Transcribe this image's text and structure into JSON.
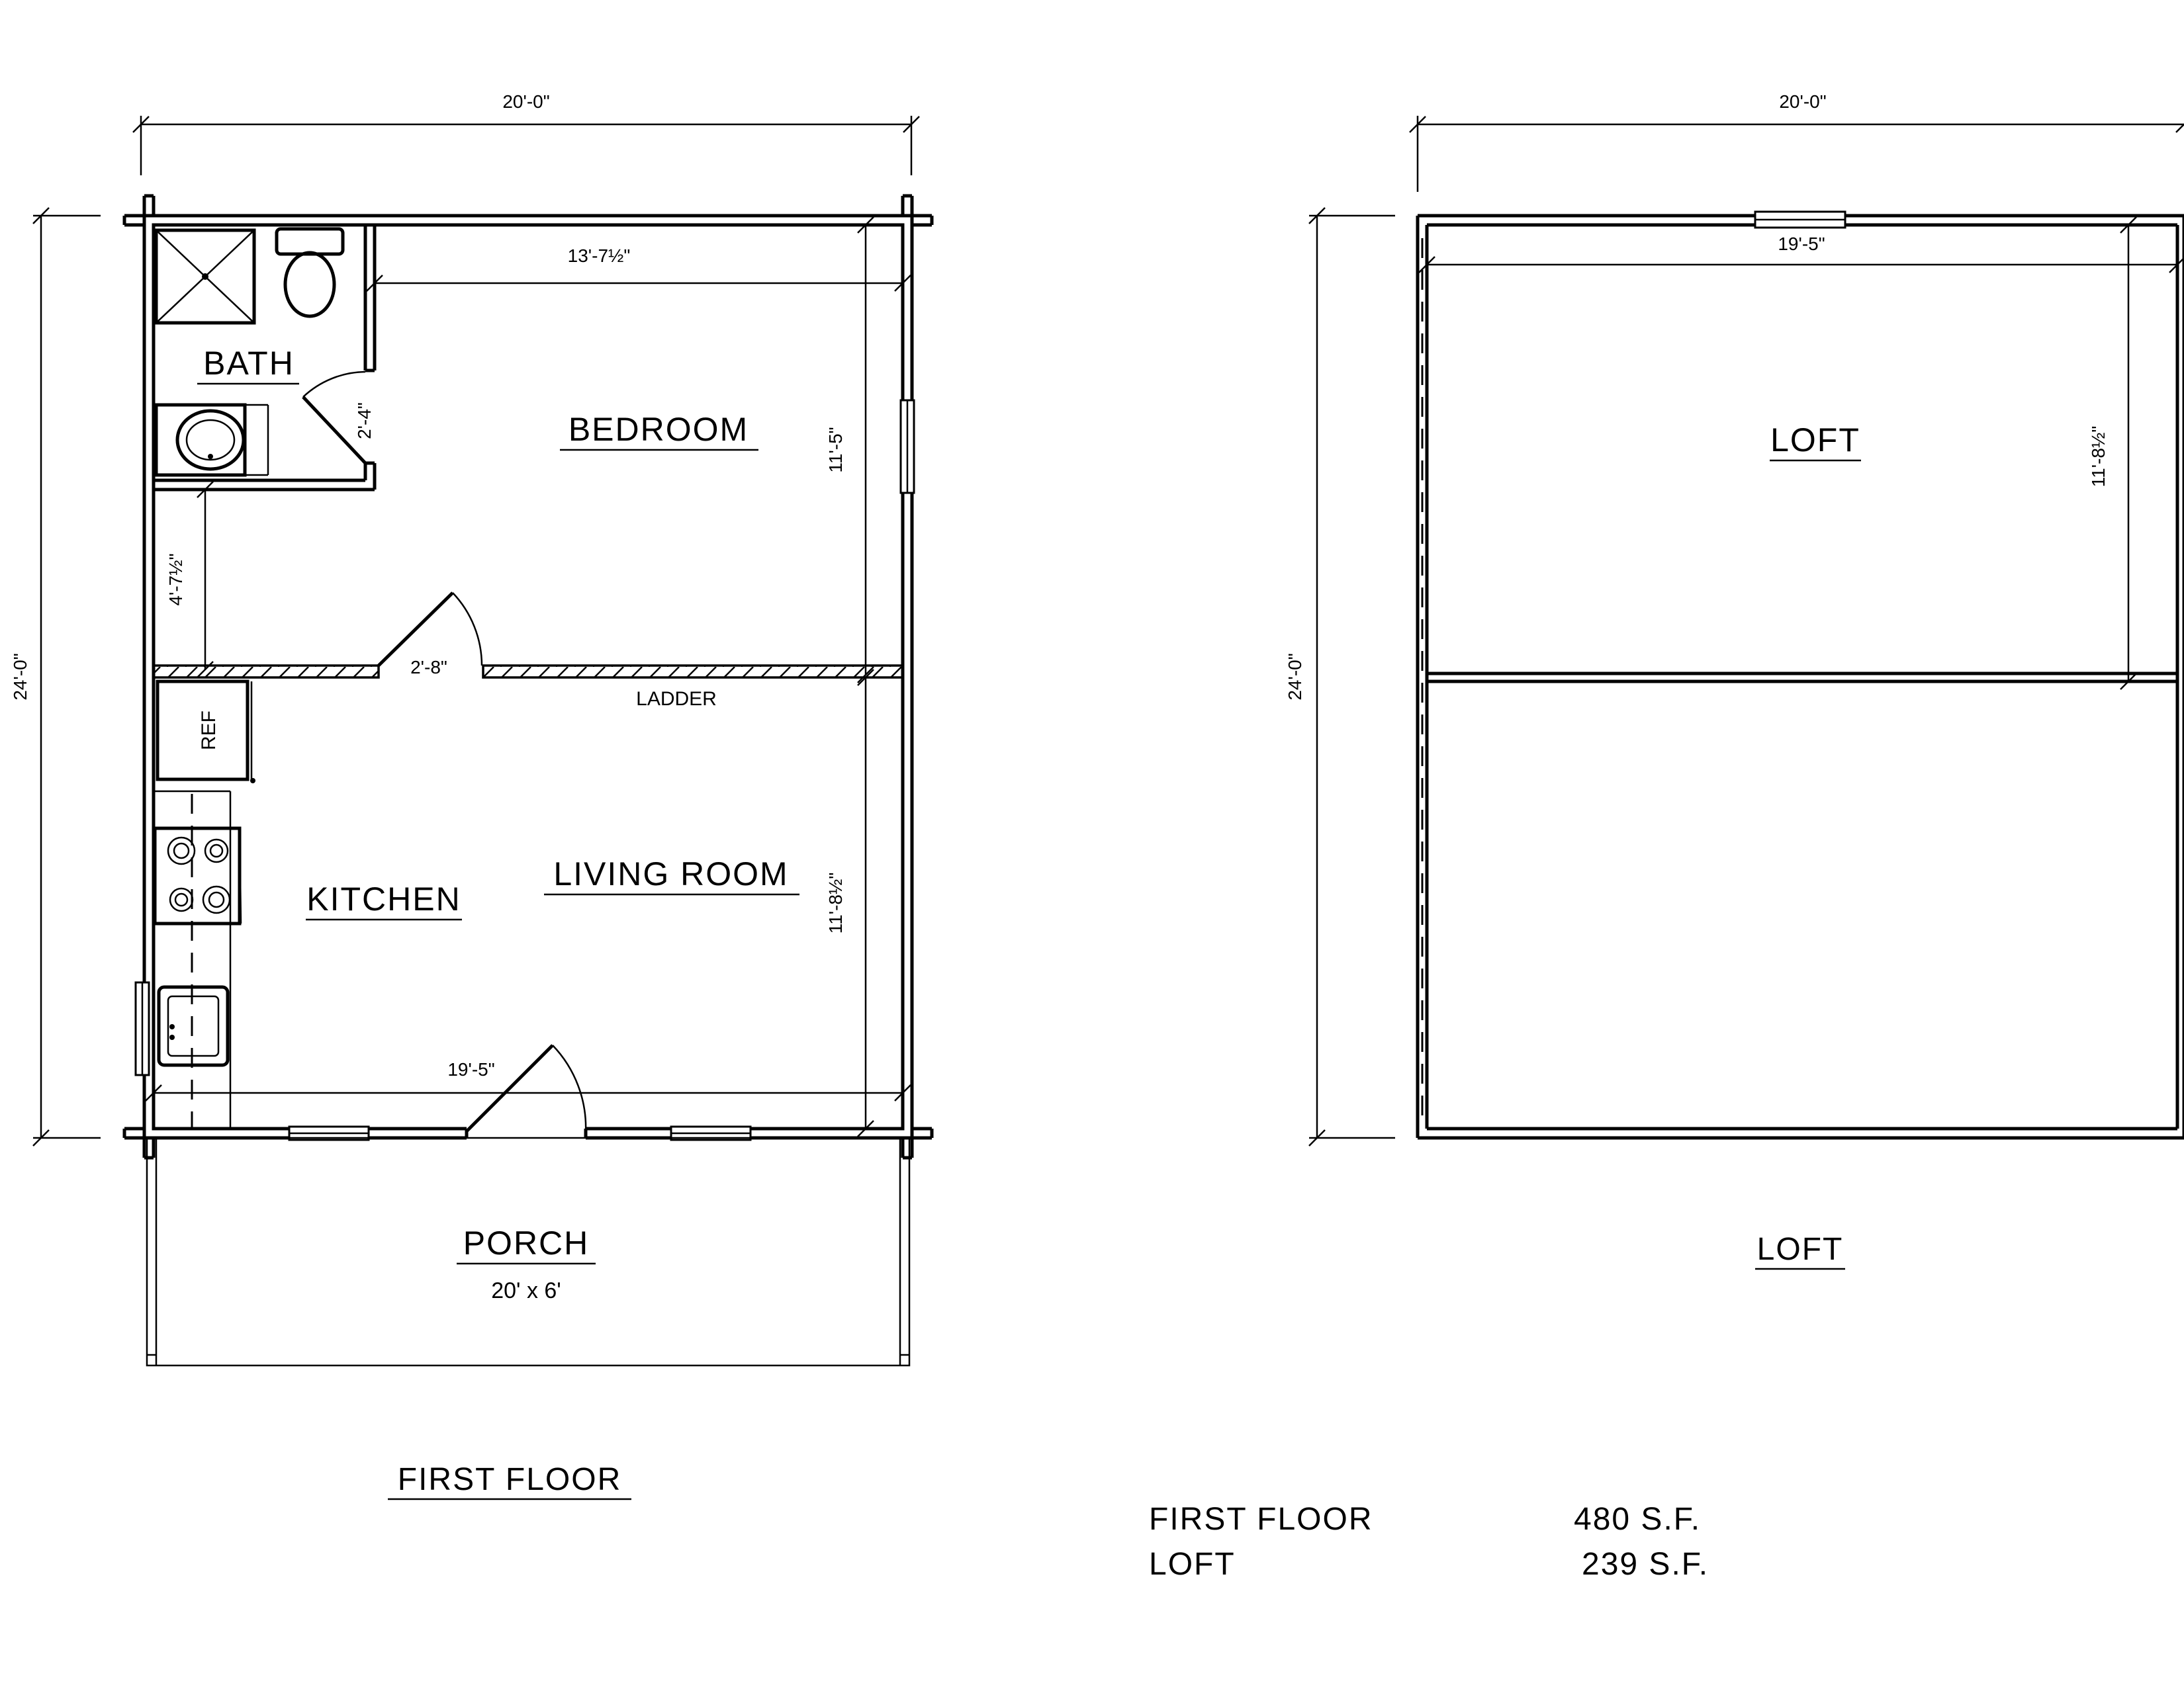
{
  "first_floor": {
    "title": "FIRST FLOOR",
    "overall_width": "20'-0\"",
    "overall_depth": "24'-0\"",
    "rooms": {
      "bath": "BATH",
      "bedroom": "BEDROOM",
      "kitchen": "KITCHEN",
      "living_room": "LIVING ROOM",
      "porch": "PORCH"
    },
    "porch_size": "20' x 6'",
    "ladder": "LADDER",
    "ref": "REF",
    "dimensions": {
      "bedroom_width": "13'-7½\"",
      "bedroom_depth": "11'-5\"",
      "bath_door": "2'-4\"",
      "hall_depth": "4'-7½\"",
      "bedroom_door": "2'-8\"",
      "living_depth": "11'-8½\"",
      "living_width": "19'-5\""
    }
  },
  "loft": {
    "title": "LOFT",
    "room_label": "LOFT",
    "overall_width": "20'-0\"",
    "overall_depth": "24'-0\"",
    "inner_width": "19'-5\"",
    "inner_depth": "11'-8½\""
  },
  "areas": [
    {
      "name": "FIRST FLOOR",
      "value": "480 S.F."
    },
    {
      "name": "LOFT",
      "value": "239 S.F."
    }
  ]
}
